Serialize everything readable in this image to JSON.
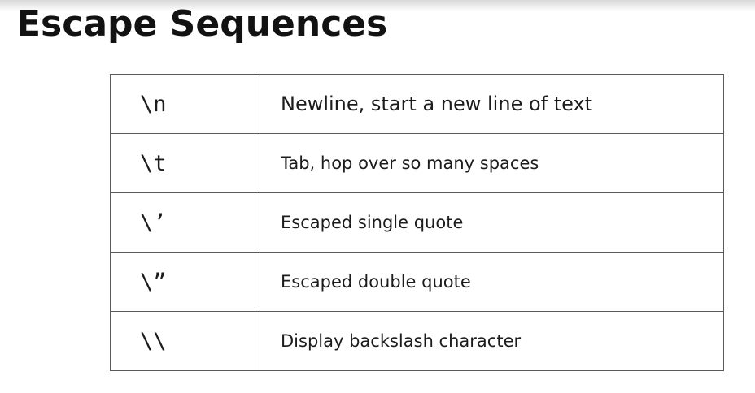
{
  "slide": {
    "title": "Escape Sequences"
  },
  "table": {
    "rows": [
      {
        "sequence": "\\n",
        "description": "Newline, start a new line of text"
      },
      {
        "sequence": "\\t",
        "description": "Tab, hop over so many spaces"
      },
      {
        "sequence": "\\’",
        "description": "Escaped single quote"
      },
      {
        "sequence": "\\”",
        "description": "Escaped double quote"
      },
      {
        "sequence": "\\\\",
        "description": "Display backslash character"
      }
    ]
  },
  "colors": {
    "title_text": "#121212",
    "body_text": "#1c1c1c",
    "border": "#5a5a5a",
    "background": "#ffffff"
  }
}
